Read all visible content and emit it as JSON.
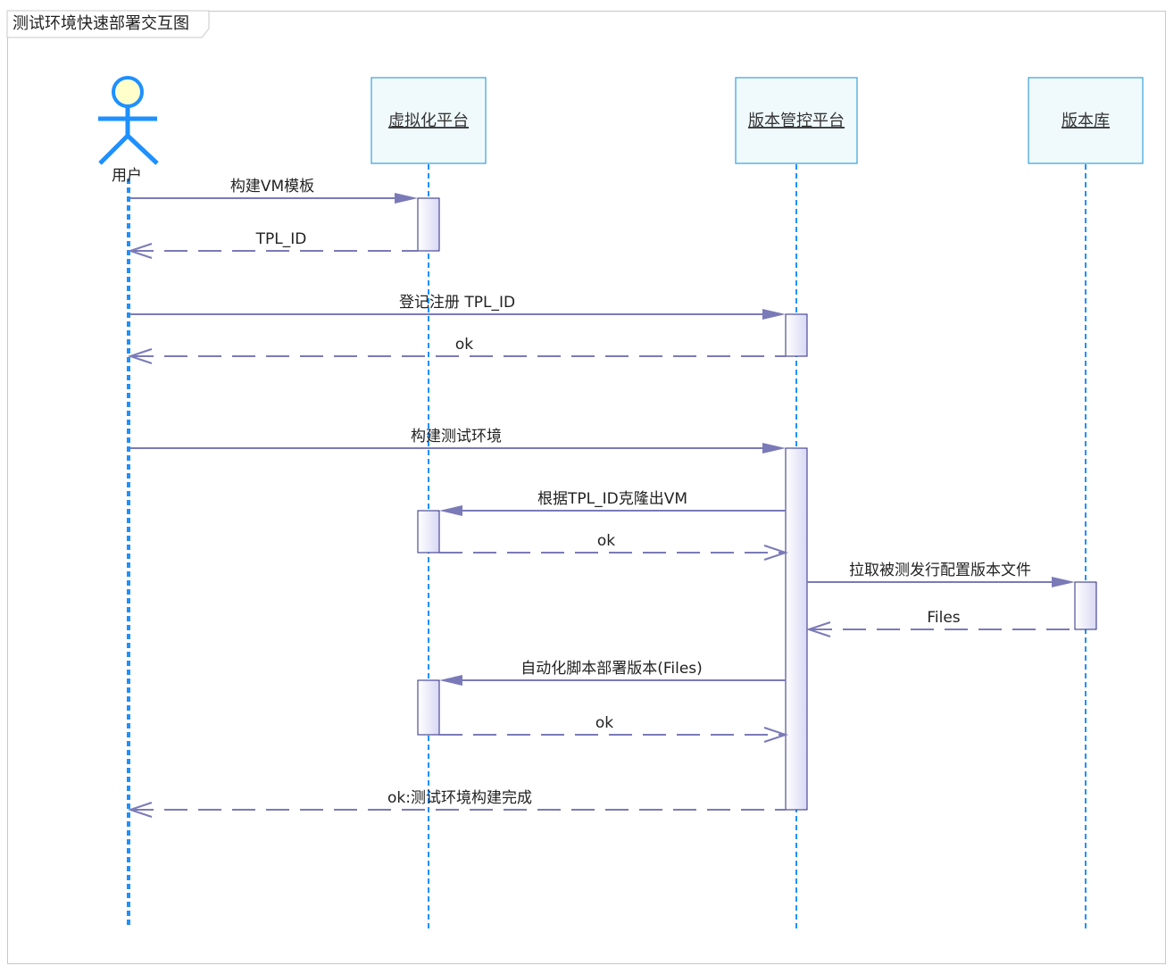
{
  "diagram": {
    "title": "测试环境快速部署交互图",
    "actor": {
      "label": "用户"
    },
    "lanes": [
      {
        "id": "virt",
        "label": "虚拟化平台"
      },
      {
        "id": "ver",
        "label": "版本管控平台"
      },
      {
        "id": "repo",
        "label": "版本库"
      }
    ],
    "messages": [
      {
        "from": "user",
        "to": "virt",
        "label": "构建VM模板",
        "kind": "sync"
      },
      {
        "from": "virt",
        "to": "user",
        "label": "TPL_ID",
        "kind": "return"
      },
      {
        "from": "user",
        "to": "ver",
        "label": "登记注册 TPL_ID",
        "kind": "sync"
      },
      {
        "from": "ver",
        "to": "user",
        "label": "ok",
        "kind": "return"
      },
      {
        "from": "user",
        "to": "ver",
        "label": "构建测试环境",
        "kind": "sync"
      },
      {
        "from": "ver",
        "to": "virt",
        "label": "根据TPL_ID克隆出VM",
        "kind": "sync"
      },
      {
        "from": "virt",
        "to": "ver",
        "label": "ok",
        "kind": "return"
      },
      {
        "from": "ver",
        "to": "repo",
        "label": "拉取被测发行配置版本文件",
        "kind": "sync"
      },
      {
        "from": "repo",
        "to": "ver",
        "label": "Files",
        "kind": "return"
      },
      {
        "from": "ver",
        "to": "virt",
        "label": "自动化脚本部署版本(Files)",
        "kind": "sync"
      },
      {
        "from": "virt",
        "to": "ver",
        "label": "ok",
        "kind": "return"
      },
      {
        "from": "ver",
        "to": "user",
        "label": "ok:测试环境构建完成",
        "kind": "return"
      }
    ],
    "colors": {
      "lifeline": "#1e90ff",
      "actor": "#1e90ff",
      "actor_head_fill": "#ffffcc",
      "message": "#7a7ab8",
      "lane_border": "#3aa0d8",
      "lane_fill": "#f0fafd",
      "activation_border": "#2a2a80",
      "activation_fill": "#e8e8f8"
    }
  }
}
